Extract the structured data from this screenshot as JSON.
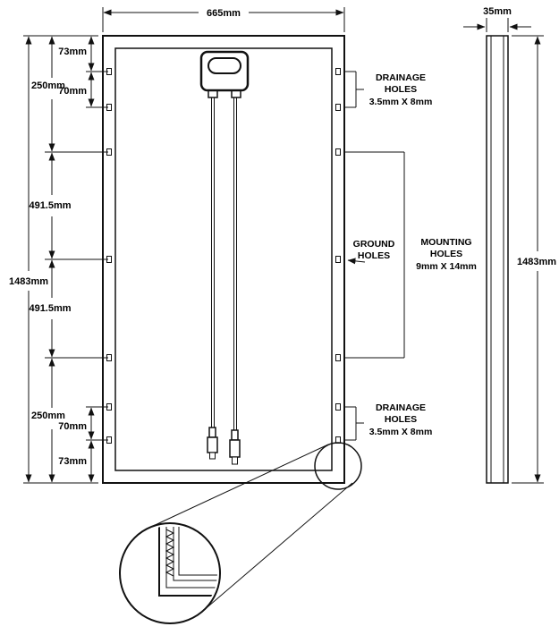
{
  "front_view": {
    "top_width": "665mm",
    "left_height": "1483mm",
    "segments": {
      "top_73": "73mm",
      "top_250": "250mm",
      "top_70": "70mm",
      "mid_upper_4915": "491.5mm",
      "mid_lower_4915": "491.5mm",
      "bottom_250": "250mm",
      "bottom_70": "70mm",
      "bottom_73": "73mm"
    }
  },
  "side_view": {
    "top_width": "35mm",
    "right_height": "1483mm"
  },
  "callouts": {
    "drainage_top": {
      "line1": "DRAINAGE",
      "line2": "HOLES",
      "line3": "3.5mm X 8mm"
    },
    "ground": {
      "line1": "GROUND",
      "line2": "HOLES"
    },
    "mounting": {
      "line1": "MOUNTING",
      "line2": "HOLES",
      "line3": "9mm X 14mm"
    },
    "drainage_bottom": {
      "line1": "DRAINAGE",
      "line2": "HOLES",
      "line3": "3.5mm X 8mm"
    }
  },
  "colors": {
    "line": "#111111",
    "background": "#ffffff"
  }
}
